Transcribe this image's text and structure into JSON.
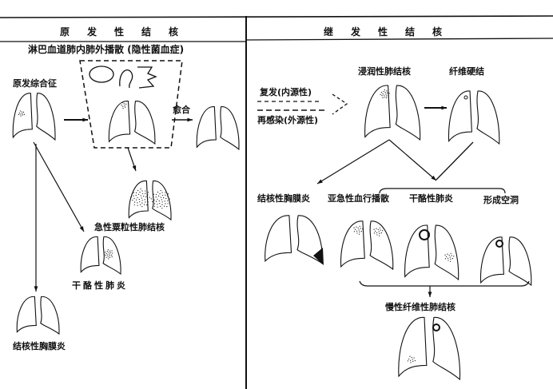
{
  "primary": {
    "header": "原发性结核",
    "dissemination": "淋巴血道肺内肺外播散 (隐性菌血症)",
    "complex": "原发综合征",
    "healed": "愈合",
    "miliary": "急性粟粒性肺结核",
    "caseous": "干酪性肺炎",
    "pleurisy": "结核性胸膜炎"
  },
  "secondary": {
    "header": "继发性结核",
    "infiltrative": "浸润性肺结核",
    "fibrosis": "纤维硬结",
    "relapse": "复发(内源性)",
    "reinfection": "再感染(外源性)",
    "pleurisy": "结核性胸膜炎",
    "subacute": "亚急性血行播散",
    "caseous": "干酪性肺炎",
    "cavity": "形成空洞",
    "chronic": "慢性纤维性肺结核"
  },
  "colors": {
    "ink": "#111111",
    "paper": "#ffffff"
  }
}
